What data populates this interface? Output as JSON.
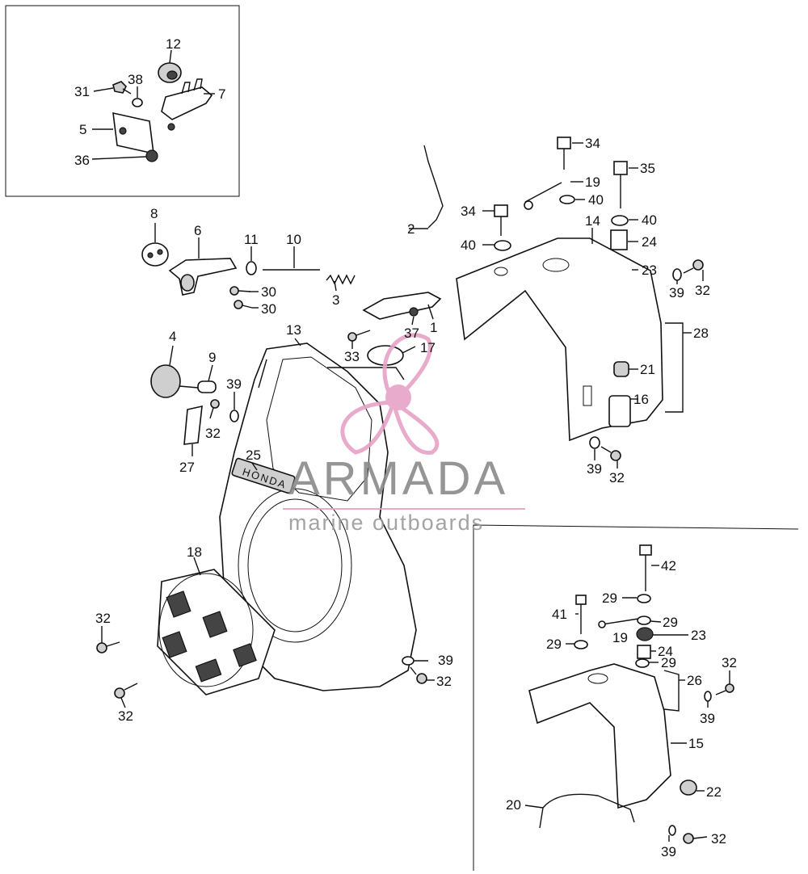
{
  "watermark": {
    "brand": "ARMADA",
    "tagline": "marine outboards",
    "pink": "#e7a3c6",
    "gray": "#8a8a8a"
  },
  "callouts": [
    {
      "id": "c12a",
      "text": "12"
    },
    {
      "id": "c31",
      "text": "31"
    },
    {
      "id": "c38",
      "text": "38"
    },
    {
      "id": "c7",
      "text": "7"
    },
    {
      "id": "c5",
      "text": "5"
    },
    {
      "id": "c36",
      "text": "36"
    },
    {
      "id": "c8",
      "text": "8"
    },
    {
      "id": "c6",
      "text": "6"
    },
    {
      "id": "c11",
      "text": "11"
    },
    {
      "id": "c10",
      "text": "10"
    },
    {
      "id": "c30a",
      "text": "30"
    },
    {
      "id": "c30b",
      "text": "30"
    },
    {
      "id": "c3",
      "text": "3"
    },
    {
      "id": "c2",
      "text": "2"
    },
    {
      "id": "c34a",
      "text": "34"
    },
    {
      "id": "c19a",
      "text": "19"
    },
    {
      "id": "c40a",
      "text": "40"
    },
    {
      "id": "c34b",
      "text": "34"
    },
    {
      "id": "c35",
      "text": "35"
    },
    {
      "id": "c40b",
      "text": "40"
    },
    {
      "id": "c14",
      "text": "14"
    },
    {
      "id": "c40c",
      "text": "40"
    },
    {
      "id": "c24a",
      "text": "24"
    },
    {
      "id": "c23a",
      "text": "23"
    },
    {
      "id": "c39a",
      "text": "39"
    },
    {
      "id": "c32a",
      "text": "32"
    },
    {
      "id": "c1",
      "text": "1"
    },
    {
      "id": "c37",
      "text": "37"
    },
    {
      "id": "c33",
      "text": "33"
    },
    {
      "id": "c17",
      "text": "17"
    },
    {
      "id": "c13",
      "text": "13"
    },
    {
      "id": "c28",
      "text": "28"
    },
    {
      "id": "c4",
      "text": "4"
    },
    {
      "id": "c9",
      "text": "9"
    },
    {
      "id": "c39b",
      "text": "39"
    },
    {
      "id": "c32b",
      "text": "32"
    },
    {
      "id": "c21",
      "text": "21"
    },
    {
      "id": "c16",
      "text": "16"
    },
    {
      "id": "c27",
      "text": "27"
    },
    {
      "id": "c25",
      "text": "25"
    },
    {
      "id": "c39c",
      "text": "39"
    },
    {
      "id": "c32c",
      "text": "32"
    },
    {
      "id": "c18",
      "text": "18"
    },
    {
      "id": "c42",
      "text": "42"
    },
    {
      "id": "c41",
      "text": "41"
    },
    {
      "id": "c29a",
      "text": "29"
    },
    {
      "id": "c29b",
      "text": "29"
    },
    {
      "id": "c19b",
      "text": "19"
    },
    {
      "id": "c23b",
      "text": "23"
    },
    {
      "id": "c29c",
      "text": "29"
    },
    {
      "id": "c24b",
      "text": "24"
    },
    {
      "id": "c29d",
      "text": "29"
    },
    {
      "id": "c32d",
      "text": "32"
    },
    {
      "id": "c26",
      "text": "26"
    },
    {
      "id": "c39d",
      "text": "39"
    },
    {
      "id": "c32e",
      "text": "32"
    },
    {
      "id": "c39e",
      "text": "39"
    },
    {
      "id": "c32f",
      "text": "32"
    },
    {
      "id": "c32g",
      "text": "32"
    },
    {
      "id": "c15",
      "text": "15"
    },
    {
      "id": "c22",
      "text": "22"
    },
    {
      "id": "c20",
      "text": "20"
    },
    {
      "id": "c39f",
      "text": "39"
    },
    {
      "id": "c32h",
      "text": "32"
    }
  ],
  "cover_logo": "HONDA"
}
